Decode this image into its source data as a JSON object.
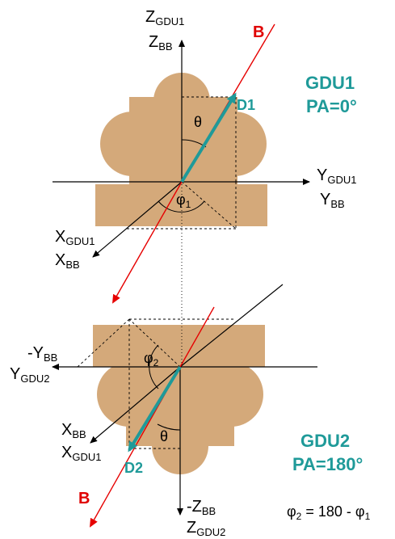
{
  "colors": {
    "body": "#d4a97a",
    "b_field": "#e60000",
    "detector_vector": "#1f9a99",
    "axis": "#000000"
  },
  "top": {
    "title": "GDU1",
    "pa": "PA=0°",
    "z_main": "Z",
    "z_main_sub": "GDU1",
    "z_alt": "Z",
    "z_alt_sub": "BB",
    "y_main": "Y",
    "y_main_sub": "GDU1",
    "y_alt": "Y",
    "y_alt_sub": "BB",
    "x_main": "X",
    "x_main_sub": "GDU1",
    "x_alt": "X",
    "x_alt_sub": "BB",
    "b_label": "B",
    "d_label": "D1",
    "theta": "θ",
    "phi": "φ",
    "phi_sub": "1"
  },
  "bottom": {
    "title": "GDU2",
    "pa": "PA=180°",
    "y_neg": "-Y",
    "y_neg_sub": "BB",
    "y_main": "Y",
    "y_main_sub": "GDU2",
    "x_main": "X",
    "x_main_sub": "BB",
    "x_alt": "X",
    "x_alt_sub": "GDU1",
    "z_neg": "-Z",
    "z_neg_sub": "BB",
    "z_alt": "Z",
    "z_alt_sub": "GDU2",
    "b_label": "B",
    "d_label": "D2",
    "theta": "θ",
    "phi": "φ",
    "phi_sub": "2"
  },
  "formula": {
    "lhs": "φ",
    "lhs_sub": "2",
    "rhs": " = 180 - φ",
    "rhs_sub": "1"
  }
}
